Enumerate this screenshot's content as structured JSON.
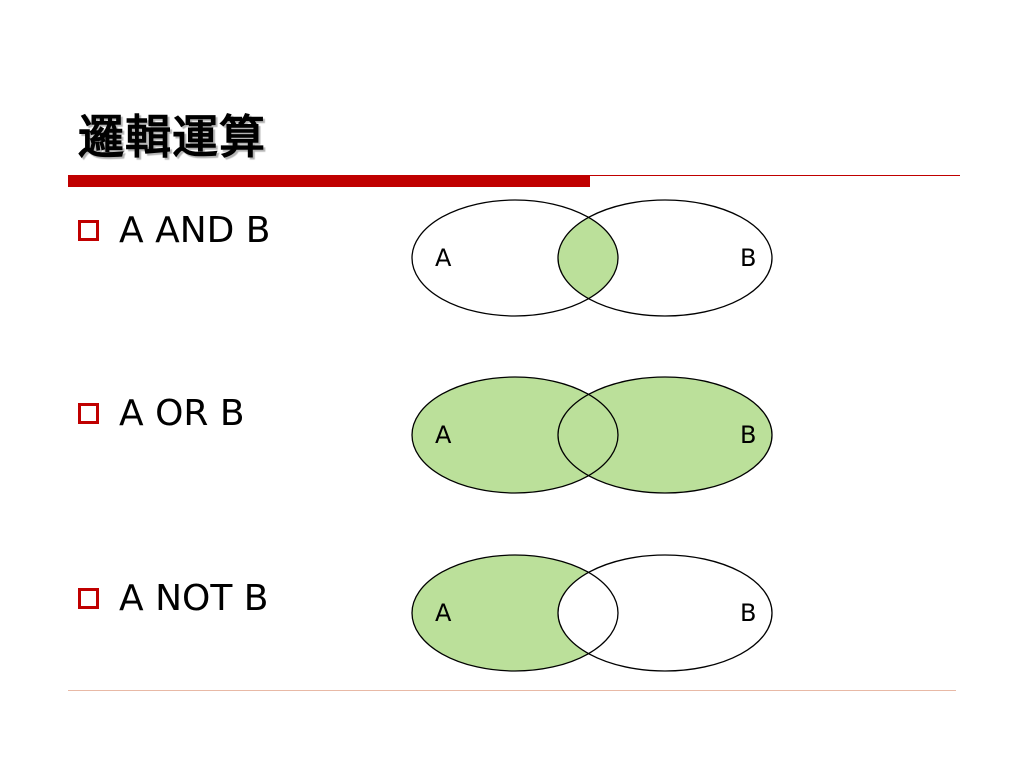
{
  "slide": {
    "title": "邏輯運算"
  },
  "colors": {
    "accent": "#c00000",
    "venn_fill": "#bbe09a",
    "venn_stroke": "#000000",
    "footer_rule": "#e8b9a6"
  },
  "icons": {
    "bullet": "hollow-square-bullet-icon"
  },
  "operations": [
    {
      "label": "A AND B",
      "set_a": "A",
      "set_b": "B",
      "shaded_region": "intersection"
    },
    {
      "label": "A OR B",
      "set_a": "A",
      "set_b": "B",
      "shaded_region": "union"
    },
    {
      "label": "A NOT B",
      "set_a": "A",
      "set_b": "B",
      "shaded_region": "a-minus-b"
    }
  ]
}
